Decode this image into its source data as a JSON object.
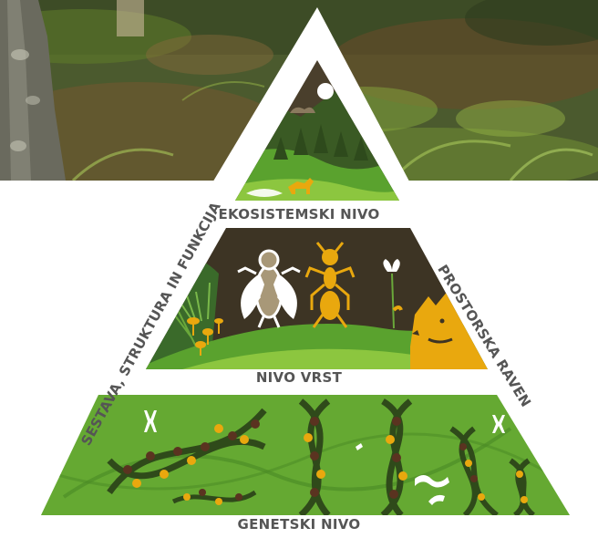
{
  "levels": {
    "top": "EKOSISTEMSKI NIVO",
    "middle": "NIVO VRST",
    "bottom": "GENETSKI NIVO"
  },
  "side_labels": {
    "left": "SESTAVA, STRUKTURA IN FUNKCIJA",
    "right": "PROSTORSKA RAVEN"
  },
  "colors": {
    "forest_dark": "#3f5a2a",
    "grass": "#5aa22e",
    "grass_light": "#8cc63f",
    "earth": "#4a3a26",
    "gold": "#e9a80e",
    "dna_dark": "#2f4a1a",
    "dna_node": "#5a3320",
    "label": "#555555"
  }
}
